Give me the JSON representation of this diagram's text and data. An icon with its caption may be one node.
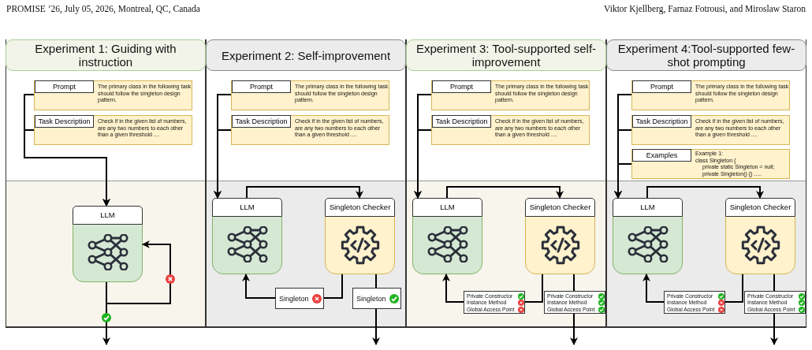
{
  "diagram": {
    "nodes": [
      {
        "text": [
          "Experiment 1: Guiding with instruction"
        ]
      },
      {
        "text": [
          "Prompt",
          "The primary class in the following task should follow the singleton design pattern."
        ],
        "in": 0
      },
      {
        "text": [
          "Task Description",
          "Check if in the given list of numbers, are any two numbers to each other than a given threshold ...."
        ],
        "in": 0
      },
      {
        "text": [
          "LLM"
        ],
        "in": 0
      },
      {
        "text": [
          "Experiment 2: Self-improvement"
        ]
      },
      {
        "text": [
          "Prompt",
          "The primary class in the following task should follow the singleton design pattern."
        ],
        "in": 4
      },
      {
        "text": [
          "Task Description",
          "Check if in the given list of numbers, are any two numbers to each other than a given threshold ...."
        ],
        "in": 4
      },
      {
        "text": [
          "LLM"
        ],
        "in": 4
      },
      {
        "text": [
          "Singleton Checker"
        ],
        "in": 4
      },
      {
        "text": [
          "Singleton"
        ],
        "in": 4
      },
      {
        "text": [
          "Singleton"
        ],
        "in": 4
      },
      {
        "text": [
          "Experiment 3: Tool-supported self-improvement"
        ]
      },
      {
        "text": [
          "Prompt",
          "The primary class in the following task should follow the singleton design pattern."
        ],
        "in": 11
      },
      {
        "text": [
          "Task Description",
          "Check if in the given list of numbers, are any two numbers to each other than a given threshold ...."
        ],
        "in": 11
      },
      {
        "text": [
          "LLM"
        ],
        "in": 11
      },
      {
        "text": [
          "Singleton Checker"
        ],
        "in": 11
      },
      {
        "text": [
          "Private Constructor",
          "Instance Method",
          "Global Access Point"
        ],
        "in": 11
      },
      {
        "text": [
          "Private Constructor",
          "Instance Method",
          "Global Access Point"
        ],
        "in": 11
      },
      {
        "text": [
          "Experiment 4:Tool-supported few-shot prompting"
        ]
      },
      {
        "text": [
          "Prompt",
          "The primary class in the following task should follow the singleton design pattern."
        ],
        "in": 18
      },
      {
        "text": [
          "Task Description",
          "Check if in the given list of numbers, are any two numbers to each other than a given threshold ...."
        ],
        "in": 18
      },
      {
        "text": [
          "Examples",
          "Example 1:",
          "class Singleton {",
          "private static Singleton = null;",
          "private Singleton() {} ....."
        ],
        "in": 18
      },
      {
        "text": [
          "LLM"
        ],
        "in": 18
      },
      {
        "text": [
          "Singleton Checker"
        ],
        "in": 18
      },
      {
        "text": [
          "Private Constructor",
          "Instance Method",
          "Global Access Point"
        ],
        "in": 18
      },
      {
        "text": [
          "Private Constructor",
          "Instance Method",
          "Global Access Point"
        ],
        "in": 18
      }
    ],
    "edges": [
      {
        "from": 1,
        "to": 3,
        "arrow": "to"
      },
      {
        "from": 2,
        "to": 3,
        "arrow": "to"
      },
      {
        "from": 3,
        "to": 3,
        "arrow": "to"
      },
      {
        "from": 3,
        "to": null,
        "arrow": "to"
      },
      {
        "from": 5,
        "to": 7,
        "arrow": "to"
      },
      {
        "from": 6,
        "to": 7,
        "arrow": "to"
      },
      {
        "from": 7,
        "to": 8,
        "arrow": "to"
      },
      {
        "from": 8,
        "to": 9,
        "arrow": "none"
      },
      {
        "from": 9,
        "to": 7,
        "arrow": "to"
      },
      {
        "from": 8,
        "to": 10,
        "arrow": "none"
      },
      {
        "from": 10,
        "to": null,
        "arrow": "to"
      },
      {
        "from": 12,
        "to": 14,
        "arrow": "to"
      },
      {
        "from": 13,
        "to": 14,
        "arrow": "to"
      },
      {
        "from": 14,
        "to": 15,
        "arrow": "to"
      },
      {
        "from": 15,
        "to": 16,
        "arrow": "none"
      },
      {
        "from": 16,
        "to": 14,
        "arrow": "to"
      },
      {
        "from": 15,
        "to": 17,
        "arrow": "none"
      },
      {
        "from": 17,
        "to": null,
        "arrow": "to"
      },
      {
        "from": 19,
        "to": 22,
        "arrow": "to"
      },
      {
        "from": 20,
        "to": 22,
        "arrow": "to"
      },
      {
        "from": 21,
        "to": 22,
        "arrow": "to"
      },
      {
        "from": 22,
        "to": 23,
        "arrow": "to"
      },
      {
        "from": 23,
        "to": 24,
        "arrow": "none"
      },
      {
        "from": 24,
        "to": 22,
        "arrow": "to"
      },
      {
        "from": 23,
        "to": 25,
        "arrow": "none"
      },
      {
        "from": 25,
        "to": null,
        "arrow": "to"
      }
    ],
    "labels": [
      "PROMISE ’26, July 05, 2026, Montreal, QC, Canada",
      "Viktor Kjellberg, Farnaz Fotrousi, and Miroslaw Staron"
    ]
  }
}
